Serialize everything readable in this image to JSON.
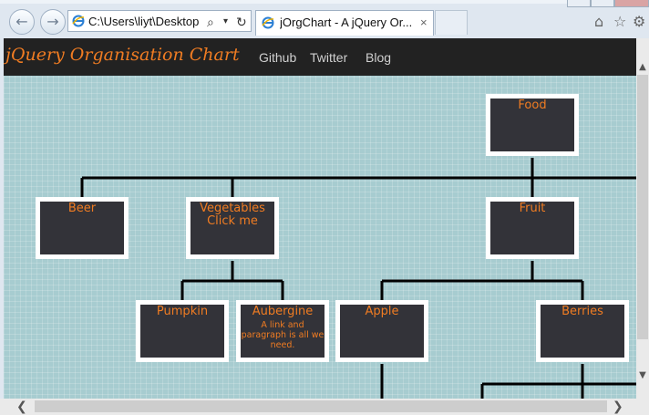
{
  "browser": {
    "address": "C:\\Users\\liyt\\Desktop",
    "tab_title": "jOrgChart - A jQuery Or...",
    "tab_close": "×",
    "back_glyph": "←",
    "forward_glyph": "→",
    "search_glyph": "⌕",
    "dropdown_glyph": "▾",
    "refresh_glyph": "↻",
    "home_glyph": "⌂",
    "star_glyph": "☆",
    "gear_glyph": "⚙"
  },
  "navbar": {
    "brand": "jQuery Organisation Chart",
    "links": [
      "Github",
      "Twitter",
      "Blog"
    ]
  },
  "chart": {
    "nodes": {
      "food": {
        "label": "Food"
      },
      "beer": {
        "label": "Beer"
      },
      "vegetables": {
        "label": "Vegetables Click me"
      },
      "fruit": {
        "label": "Fruit"
      },
      "pumpkin": {
        "label": "Pumpkin"
      },
      "aubergine": {
        "label": "Aubergine",
        "sub": "A link and paragraph is all we need."
      },
      "apple": {
        "label": "Apple"
      },
      "berries": {
        "label": "Berries"
      }
    },
    "colors": {
      "node_bg": "#333339",
      "node_border": "#ffffff",
      "text": "#f07c22",
      "lines": "#000000",
      "background": "#a7ccd0"
    }
  },
  "scroll": {
    "up": "▲",
    "down": "▼",
    "left": "❮",
    "right": "❯"
  }
}
